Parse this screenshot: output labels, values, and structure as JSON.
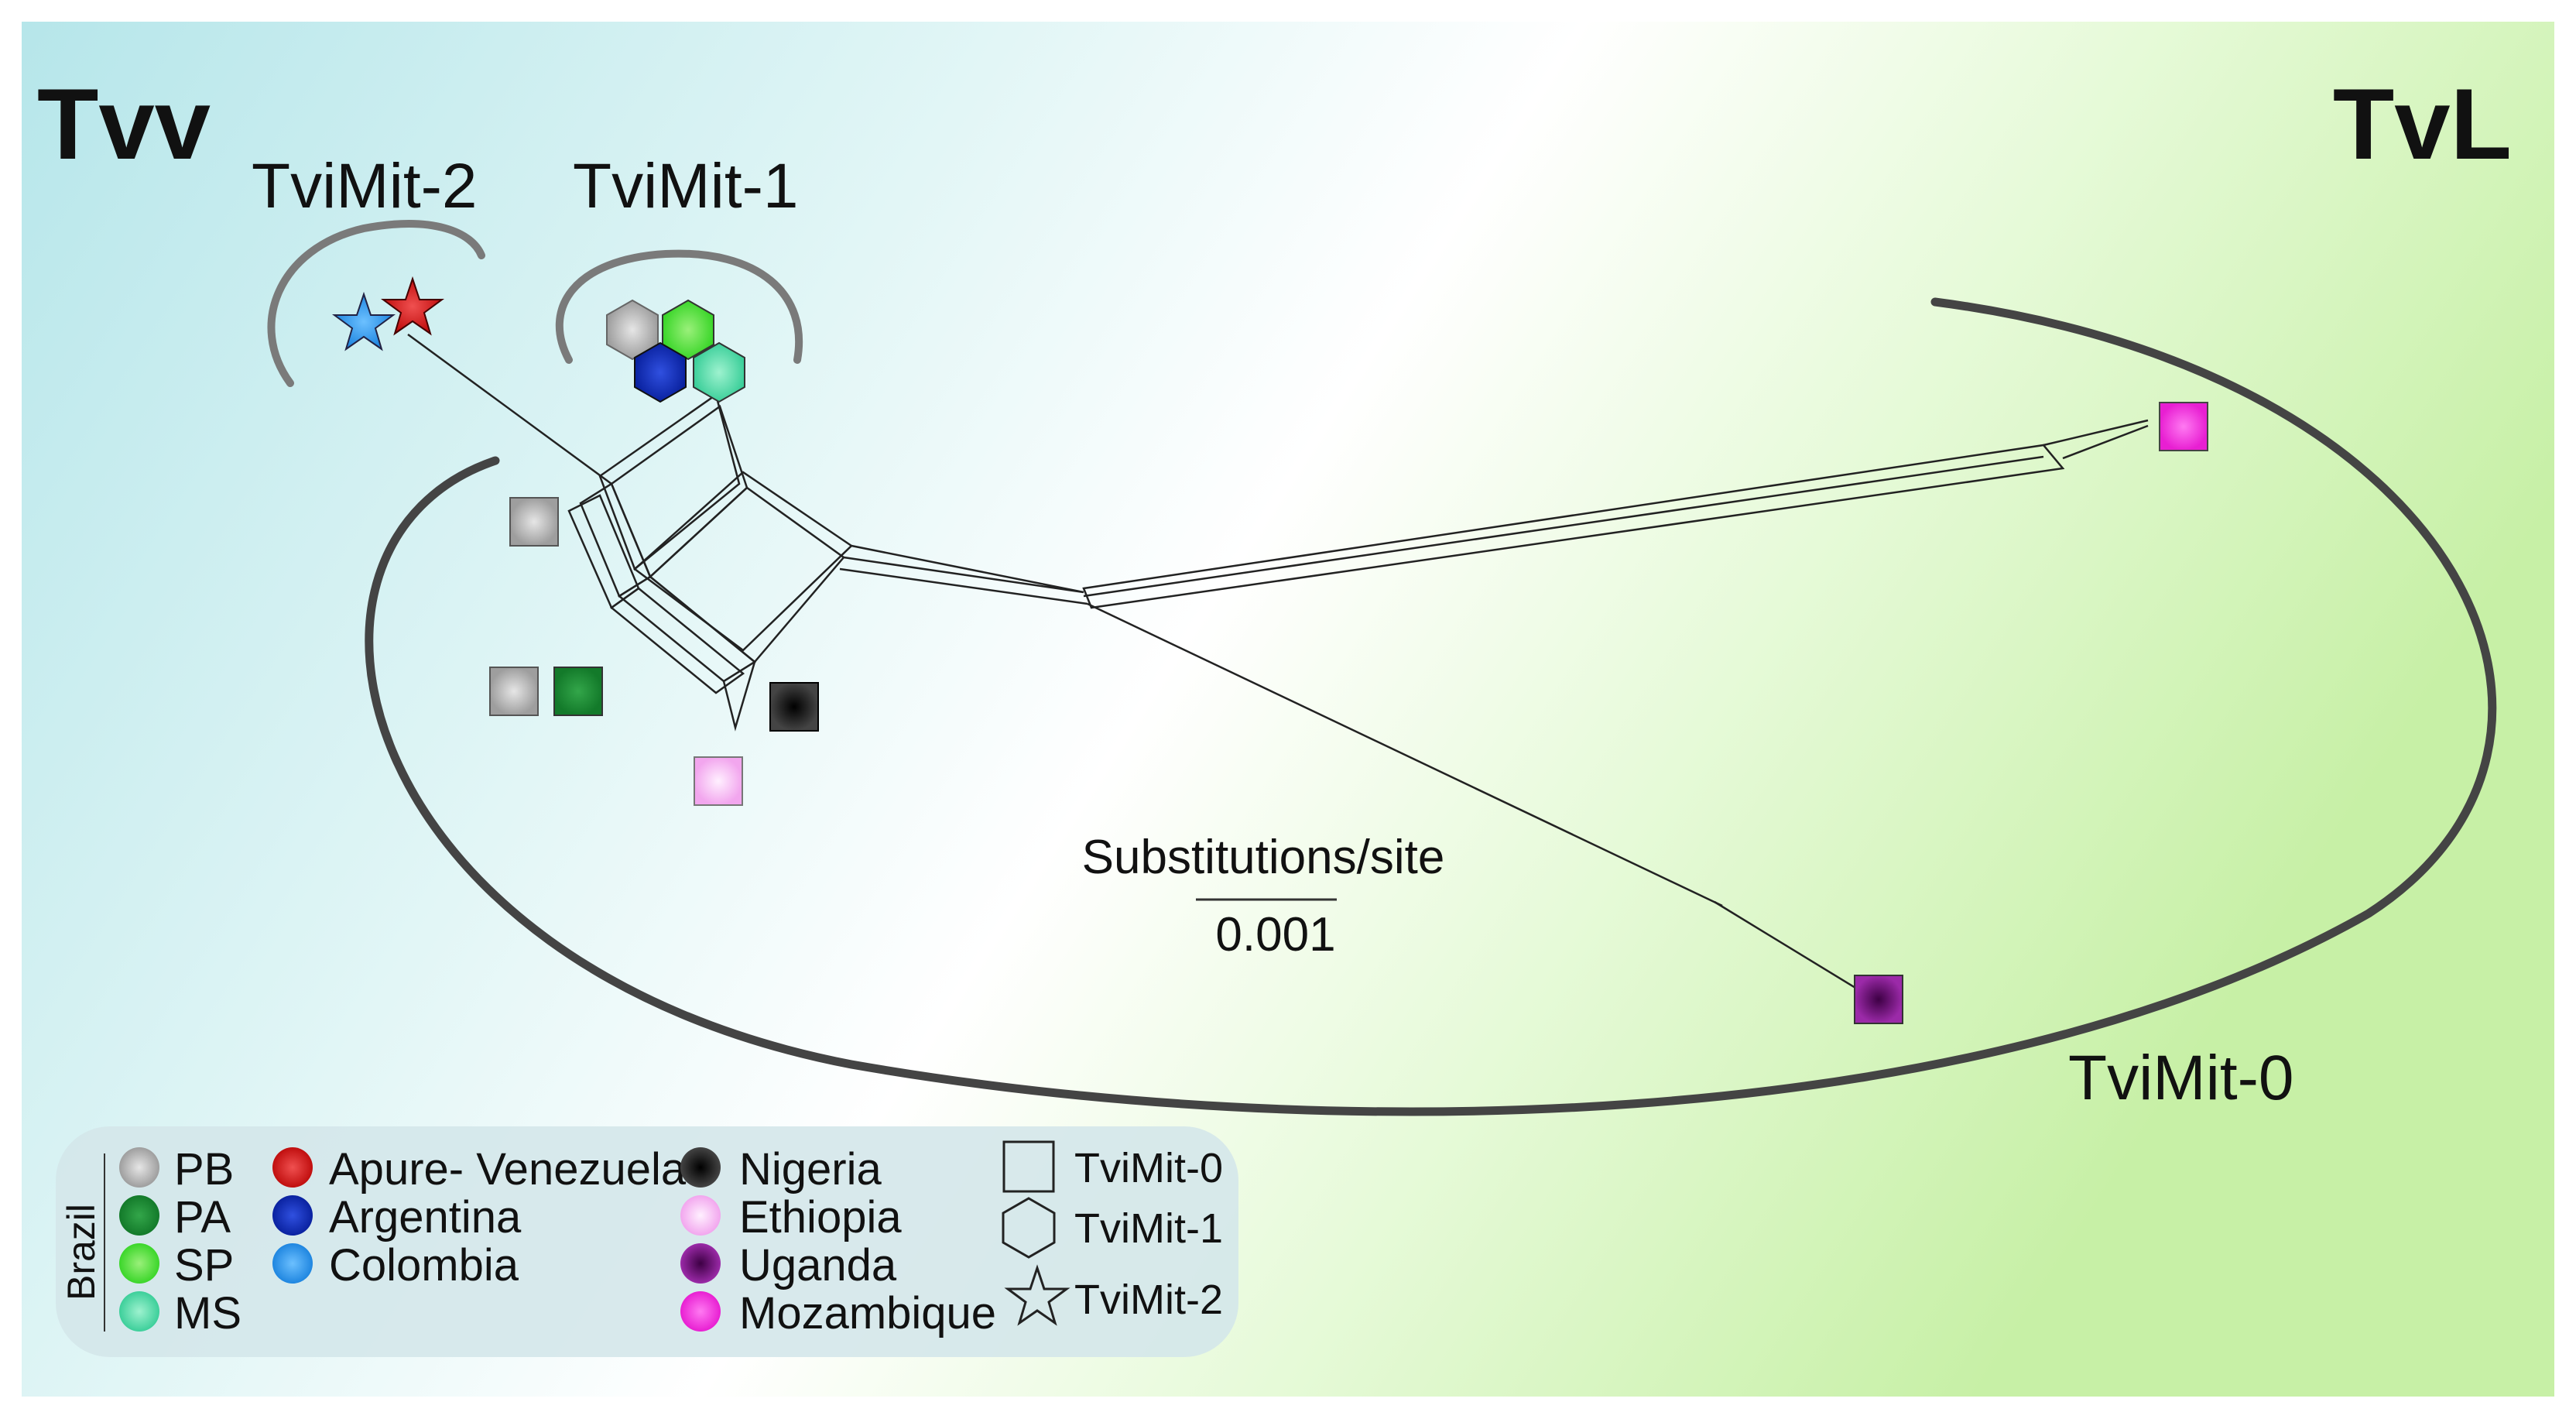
{
  "corner_labels": {
    "left": "Tvv",
    "right": "TvL"
  },
  "group_labels": {
    "mit2": "TviMit-2",
    "mit1": "TviMit-1",
    "mit0": "TviMit-0"
  },
  "scale_bar": {
    "title": "Substitutions/site",
    "value": "0.001"
  },
  "colors": {
    "PB": "#9e9e9e",
    "PA": "#137a2a",
    "SP": "#3bd62a",
    "MS": "#3ccf9a",
    "Apure": "#d01818",
    "Argentina": "#0c2bb5",
    "Colombia": "#2593ea",
    "Nigeria": "#111111",
    "Ethiopia": "#f6b3f2",
    "Uganda": "#7c1a86",
    "Mozambique": "#ee2bd9"
  },
  "legend": {
    "brazil_label": "Brazil",
    "brazil": [
      "PB",
      "PA",
      "SP",
      "MS"
    ],
    "countries1": [
      "Apure- Venezuela",
      "Argentina",
      "Colombia"
    ],
    "countries2": [
      "Nigeria",
      "Ethiopia",
      "Uganda",
      "Mozambique"
    ],
    "shapes": [
      "TviMit-0",
      "TviMit-1",
      "TviMit-2"
    ]
  }
}
